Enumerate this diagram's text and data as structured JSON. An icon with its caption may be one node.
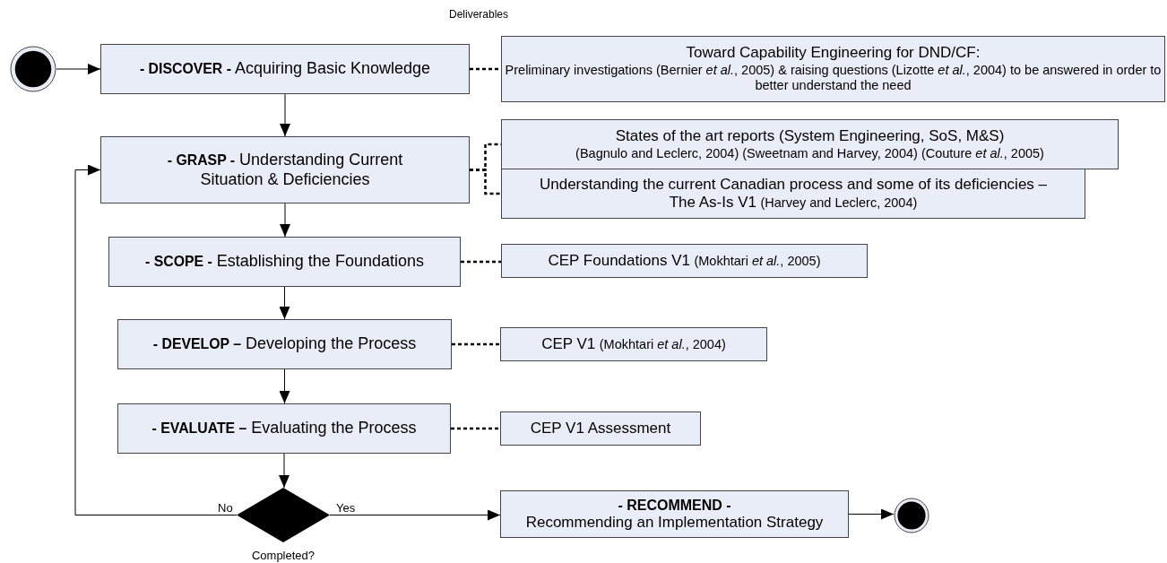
{
  "diagram": {
    "nodes": [
      {
        "text": [],
        "shape": "circle"
      },
      {
        "text": [
          "**- DISCOVER -** Acquiring Basic Knowledge"
        ]
      },
      {
        "text": [
          "Toward Capability Engineering for DND/CF:",
          "Preliminary investigations (Bernier *et al.*, 2005) & raising questions (Lizotte *et al.*, 2004) to be answered in order to better understand the need"
        ]
      },
      {
        "text": [
          "**- GRASP -** Understanding Current Situation & Deficiencies"
        ]
      },
      {
        "text": [
          "States of the art reports (System Engineering, SoS, M&S)",
          "(Bagnulo and Leclerc, 2004) (Sweetnam and Harvey, 2004) (Couture *et al.*, 2005)"
        ]
      },
      {
        "text": [
          "Understanding the current Canadian process and some of its deficiencies – The As-Is V1",
          "(Harvey and Leclerc, 2004)"
        ]
      },
      {
        "text": [
          "**- SCOPE -** Establishing the Foundations"
        ]
      },
      {
        "text": [
          "CEP Foundations V1",
          "(Mokhtari *et al.*, 2005)"
        ]
      },
      {
        "text": [
          "**- DEVELOP –** Developing the Process"
        ]
      },
      {
        "text": [
          "CEP V1",
          "(Mokhtari *et al.*, 2004)"
        ]
      },
      {
        "text": [
          "**- EVALUATE –** Evaluating the Process"
        ]
      },
      {
        "text": [
          "CEP V1 Assessment"
        ]
      },
      {
        "text": [
          "Completed?"
        ]
      },
      {
        "text": [
          "- RECOMMEND -",
          "Recommending an Implementation Strategy"
        ]
      },
      {
        "text": [],
        "shape": "circle"
      }
    ],
    "edges": [
      {
        "from": 0,
        "to": 1,
        "arrow": "to"
      },
      {
        "from": 1,
        "to": 2,
        "arrow": "none",
        "style": "dashed"
      },
      {
        "from": 1,
        "to": 3,
        "arrow": "to"
      },
      {
        "from": 3,
        "to": 4,
        "arrow": "none",
        "style": "dashed"
      },
      {
        "from": 3,
        "to": 5,
        "arrow": "none",
        "style": "dashed"
      },
      {
        "from": 3,
        "to": 6,
        "arrow": "to"
      },
      {
        "from": 6,
        "to": 7,
        "arrow": "none",
        "style": "dashed"
      },
      {
        "from": 6,
        "to": 8,
        "arrow": "to"
      },
      {
        "from": 8,
        "to": 9,
        "arrow": "none",
        "style": "dashed"
      },
      {
        "from": 8,
        "to": 10,
        "arrow": "to"
      },
      {
        "from": 10,
        "to": 11,
        "arrow": "none",
        "style": "dashed"
      },
      {
        "from": 10,
        "to": 12,
        "arrow": "to"
      },
      {
        "from": 12,
        "to": 3,
        "arrow": "to",
        "label": "No"
      },
      {
        "from": 12,
        "to": 13,
        "arrow": "to",
        "label": "Yes"
      },
      {
        "from": 13,
        "to": 14,
        "arrow": "to"
      }
    ],
    "labels": [
      "Deliverables"
    ]
  }
}
